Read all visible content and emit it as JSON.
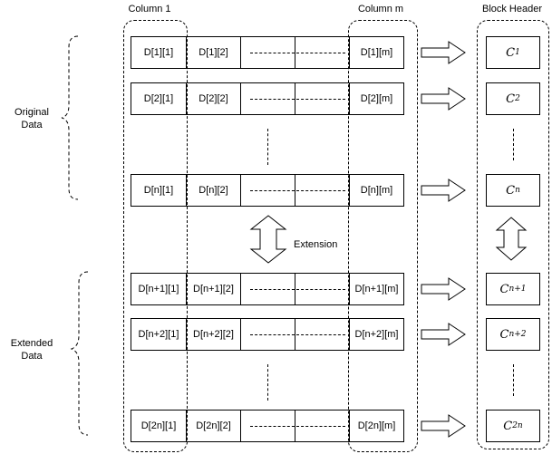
{
  "headers": {
    "column_first": "Column 1",
    "column_last": "Column m",
    "block_header": "Block Header"
  },
  "side_labels": {
    "original": [
      "Original",
      "Data"
    ],
    "extended": [
      "Extended",
      "Data"
    ]
  },
  "extension_label": "Extension",
  "rows": [
    {
      "c1": "D[1][1]",
      "c2": "D[1][2]",
      "cm": "D[1][m]",
      "header": {
        "base": "C",
        "sub": "1"
      }
    },
    {
      "c1": "D[2][1]",
      "c2": "D[2][2]",
      "cm": "D[2][m]",
      "header": {
        "base": "C",
        "sub": "2"
      }
    },
    {
      "c1": "D[n][1]",
      "c2": "D[n][2]",
      "cm": "D[n][m]",
      "header": {
        "base": "C",
        "sub": "n"
      }
    },
    {
      "c1": "D[n+1][1]",
      "c2": "D[n+1][2]",
      "cm": "D[n+1][m]",
      "header": {
        "base": "C",
        "sub": "n+1"
      }
    },
    {
      "c1": "D[n+2][1]",
      "c2": "D[n+2][2]",
      "cm": "D[n+2][m]",
      "header": {
        "base": "C",
        "sub": "n+2"
      }
    },
    {
      "c1": "D[2n][1]",
      "c2": "D[2n][2]",
      "cm": "D[2n][m]",
      "header": {
        "base": "C",
        "sub": "2n"
      }
    }
  ]
}
